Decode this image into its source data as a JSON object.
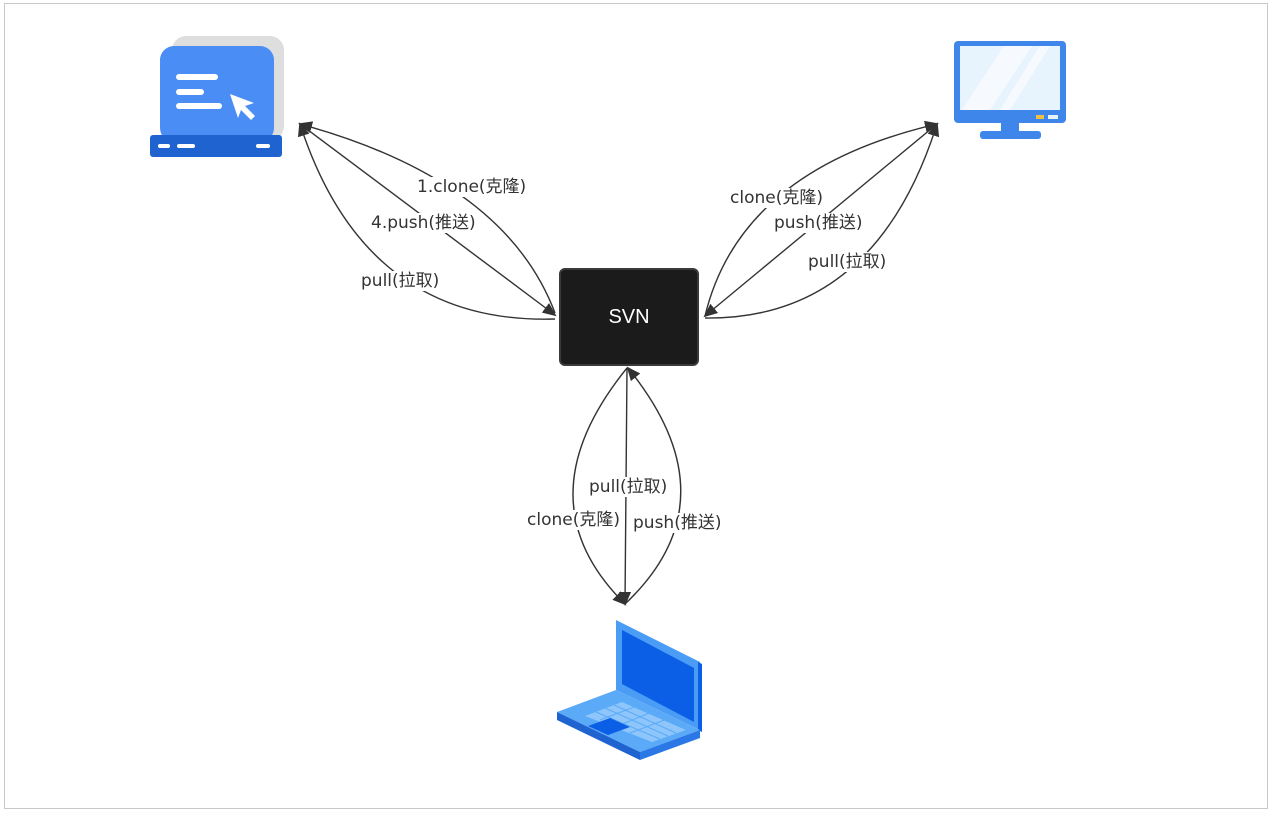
{
  "hub": {
    "label": "SVN"
  },
  "edges": {
    "top_left": {
      "clone": "1.clone(克隆)",
      "push": "4.push(推送)",
      "pull": "pull(拉取)"
    },
    "top_right": {
      "clone": "clone(克隆)",
      "push": "push(推送)",
      "pull": "pull(拉取)"
    },
    "bottom": {
      "pull": "pull(拉取)",
      "clone": "clone(克隆)",
      "push": "push(推送)"
    }
  },
  "icons": {
    "top_left": "web-app-icon",
    "top_right": "desktop-monitor-icon",
    "bottom": "laptop-icon"
  },
  "colors": {
    "arrow": "#333333",
    "hub_fill": "#1b1b1b",
    "icon_blue": "#1e6fe0",
    "icon_light_blue": "#5aa0f5"
  }
}
